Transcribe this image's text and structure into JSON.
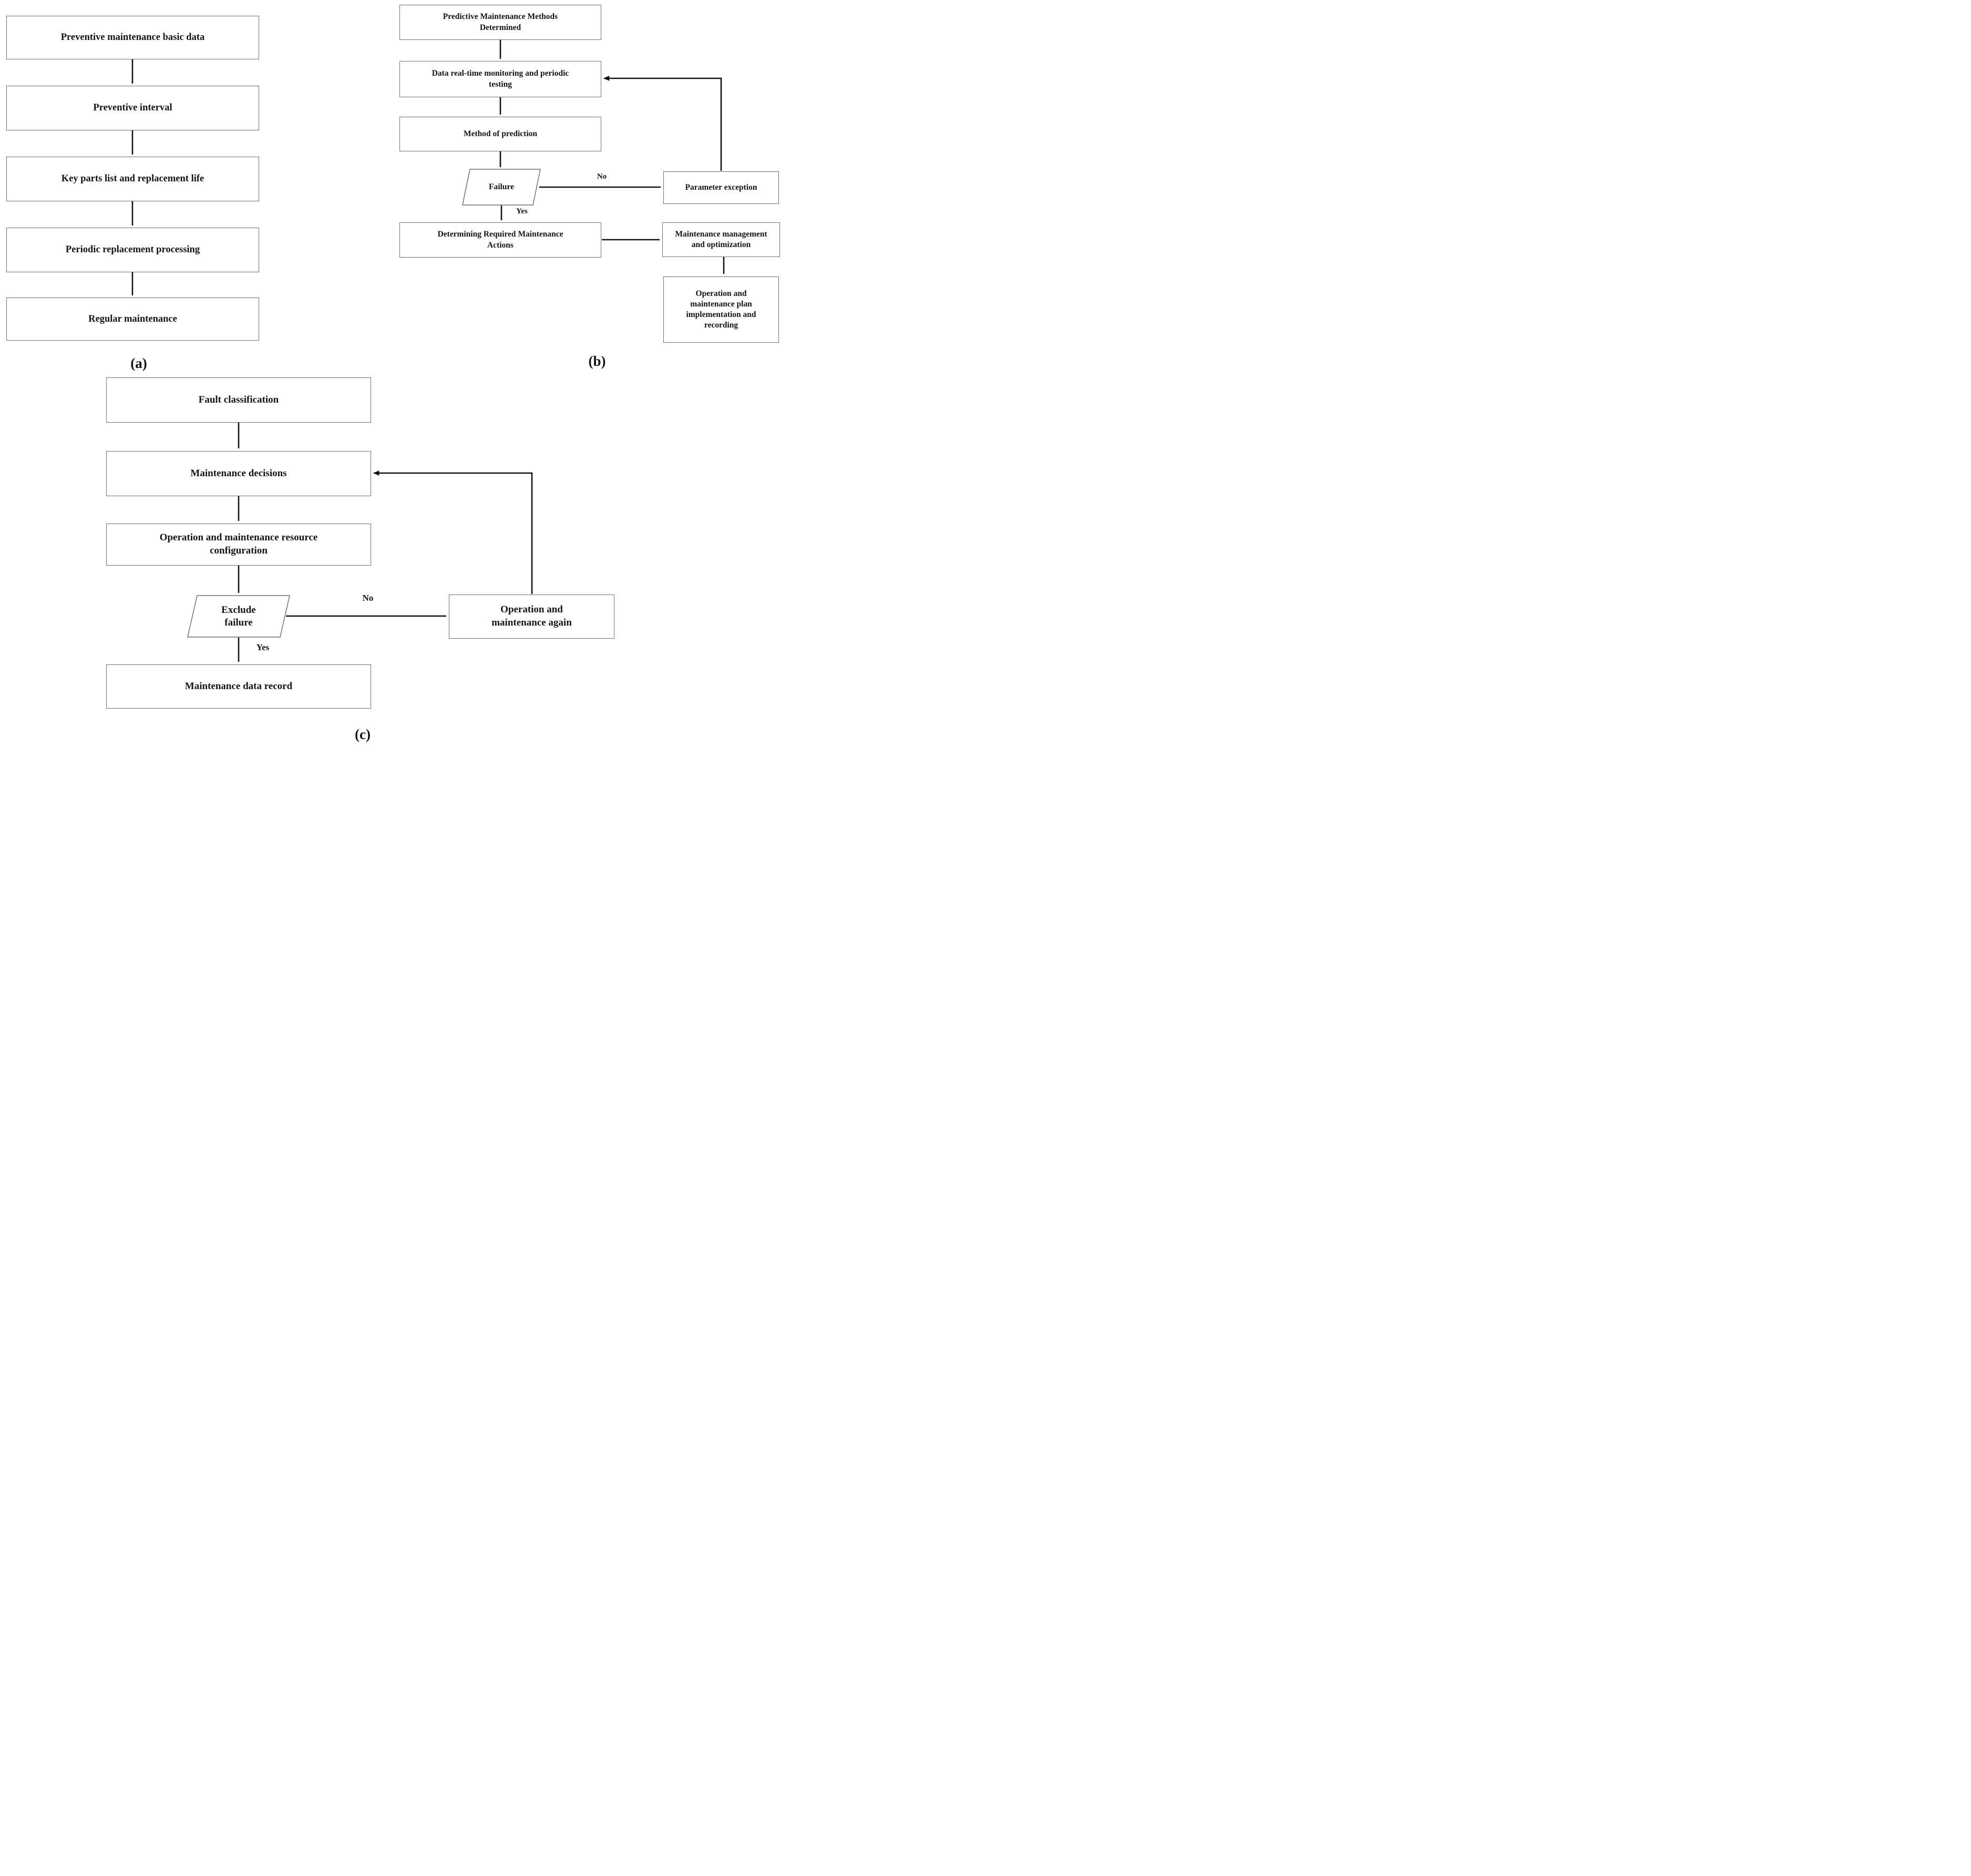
{
  "figure": {
    "background": "#ffffff",
    "line_color": "#111111",
    "box_border_color": "#6f6f6f"
  },
  "panel_a": {
    "caption": "(a)",
    "boxes": {
      "basic_data": "Preventive maintenance basic data",
      "interval": "Preventive interval",
      "key_parts": "Key parts list and replacement life",
      "periodic": "Periodic replacement processing",
      "regular": "Regular maintenance"
    }
  },
  "panel_b": {
    "caption": "(b)",
    "boxes": {
      "methods": "Predictive Maintenance Methods Determined",
      "monitoring": "Data real-time monitoring and periodic testing",
      "prediction": "Method of prediction",
      "failure": "Failure",
      "parameter": "Parameter exception",
      "determining": "Determining Required Maintenance Actions",
      "management": "Maintenance management and optimization",
      "plan": "Operation and maintenance plan implementation and recording"
    },
    "labels": {
      "no": "No",
      "yes": "Yes"
    }
  },
  "panel_c": {
    "caption": "(c)",
    "boxes": {
      "fault": "Fault classification",
      "decisions": "Maintenance decisions",
      "resource": "Operation and maintenance resource configuration",
      "exclude": "Exclude failure",
      "again": "Operation and maintenance again",
      "record": "Maintenance data record"
    },
    "labels": {
      "no": "No",
      "yes": "Yes"
    }
  }
}
